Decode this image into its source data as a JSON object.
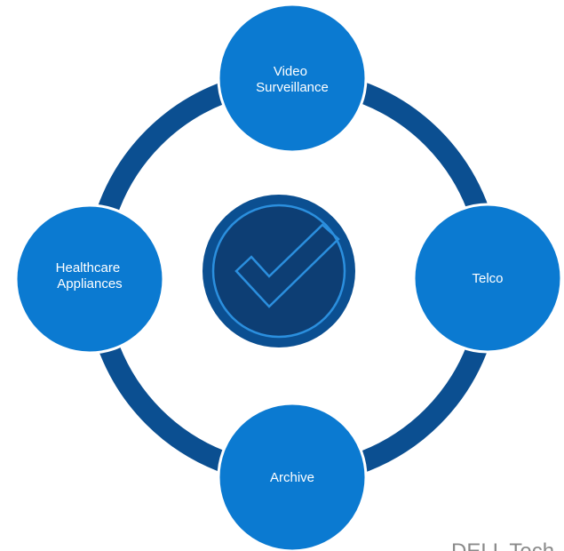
{
  "diagram": {
    "colors": {
      "ring": "#0b4f91",
      "node": "#0b7ad1",
      "node_stroke": "#ffffff",
      "center_outer": "#0b4f91",
      "center_inner": "#0d3e74",
      "center_line": "#2b8fde",
      "label": "#ffffff"
    },
    "center": {
      "icon": "checkmark-icon"
    },
    "nodes": {
      "top": {
        "lines": [
          "Video",
          "Surveillance"
        ]
      },
      "right": {
        "lines": [
          "Telco"
        ]
      },
      "bottom": {
        "lines": [
          "Archive"
        ]
      },
      "left": {
        "lines": [
          "Healthcare",
          "Appliances"
        ]
      }
    }
  },
  "watermark": {
    "text": "DELL Tech"
  }
}
